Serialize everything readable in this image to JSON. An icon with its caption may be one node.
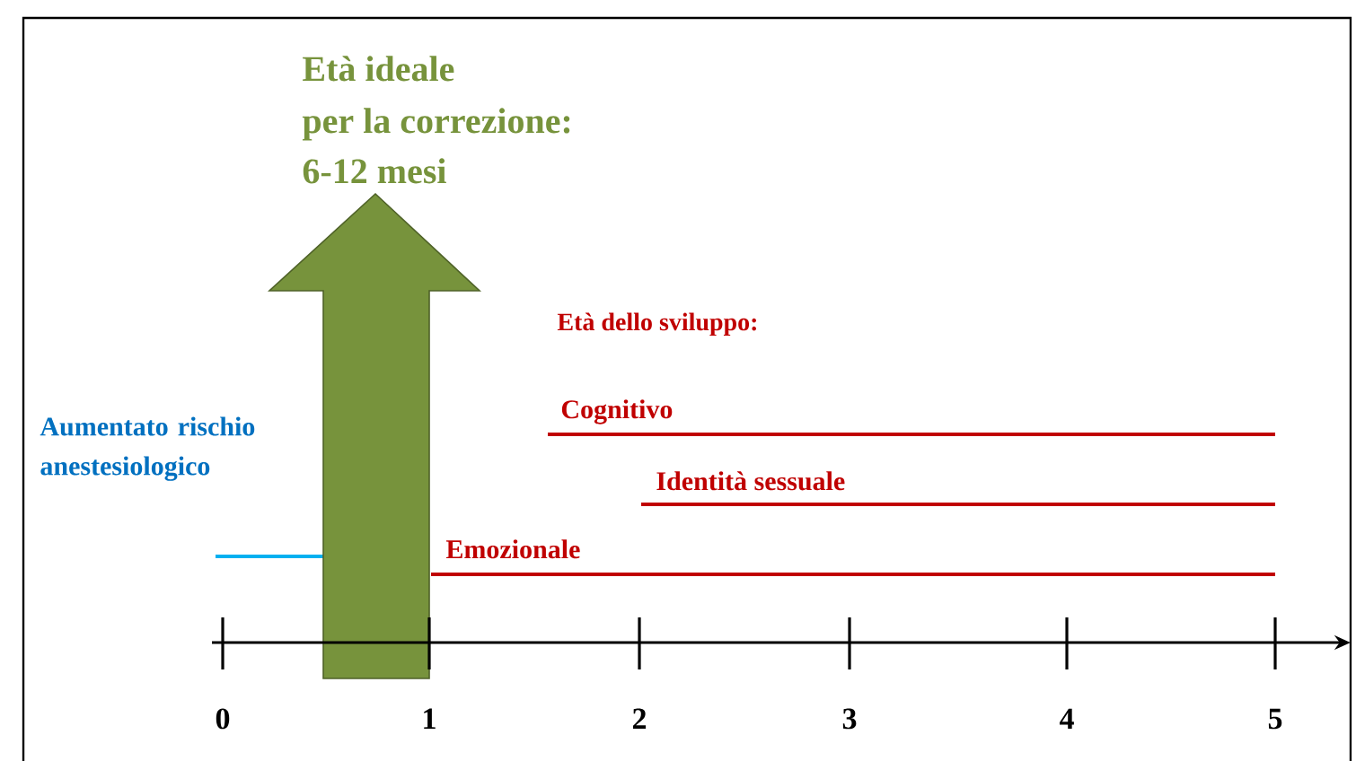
{
  "diagram": {
    "labels": [
      "Età ideale",
      "per la correzione:",
      "6-12 mesi",
      "Età dello sviluppo:",
      "Cognitivo",
      "Aumentato rischio anestesiologico",
      "Identità sessuale",
      "Emozionale",
      "0",
      "1",
      "2",
      "3",
      "4",
      "5"
    ]
  }
}
